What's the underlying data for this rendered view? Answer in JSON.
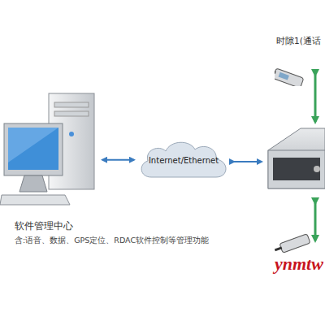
{
  "diagram": {
    "nodes": [
      {
        "text": [
          "软件管理中心",
          "含:语音、数据、GPS定位、RDAC软件控制等管理功能"
        ]
      },
      {
        "text": [
          "Internet/Ethernet"
        ]
      },
      {
        "text": [
          "时隙1(通话"
        ]
      }
    ],
    "edges": [
      {
        "from": 0,
        "to": 1,
        "arrow": "both"
      }
    ],
    "labels": [
      "ynmtw"
    ]
  }
}
